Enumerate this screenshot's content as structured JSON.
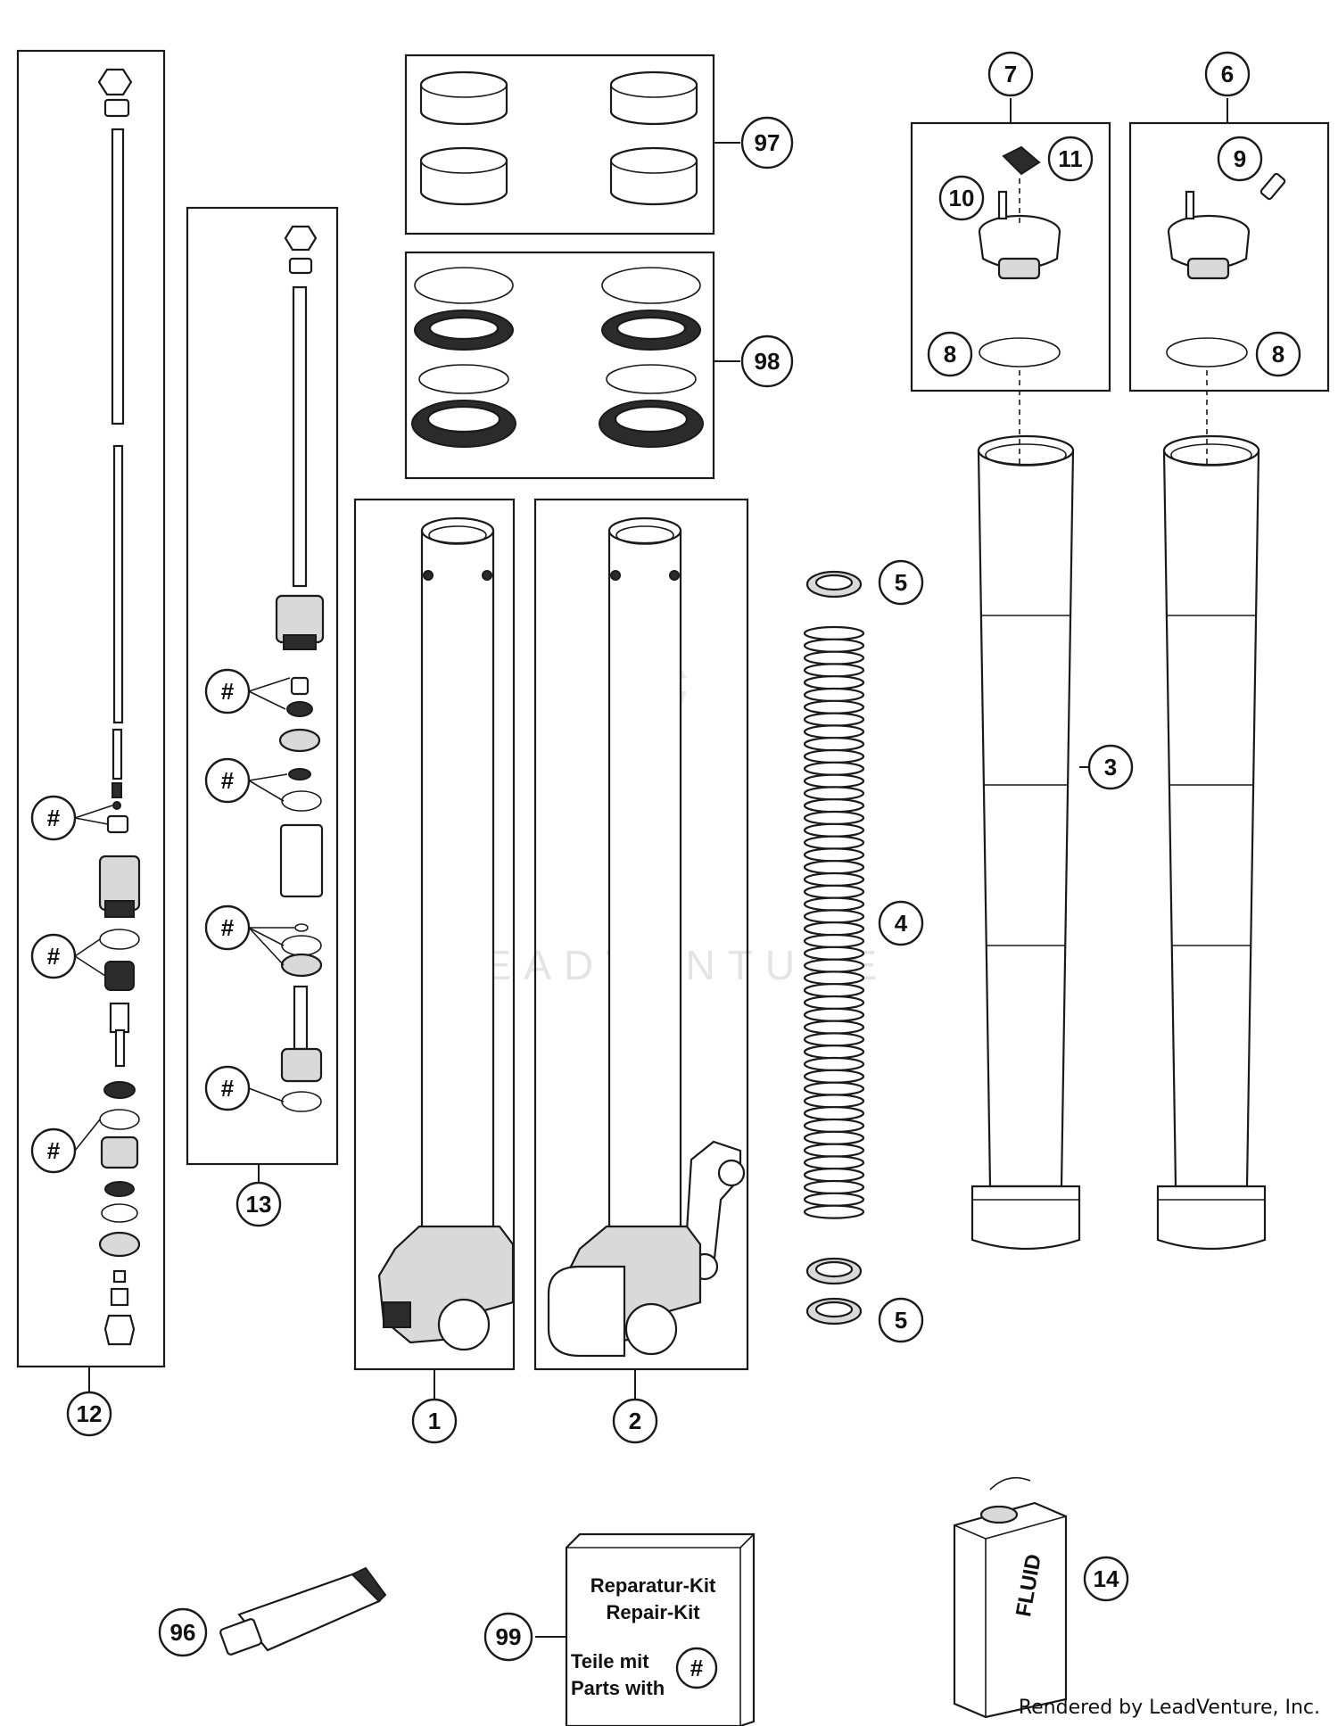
{
  "callouts": {
    "c1": "1",
    "c2": "2",
    "c3": "3",
    "c4": "4",
    "c5a": "5",
    "c5b": "5",
    "c6": "6",
    "c7": "7",
    "c8a": "8",
    "c8b": "8",
    "c9": "9",
    "c10": "10",
    "c11": "11",
    "c12": "12",
    "c13": "13",
    "c14": "14",
    "c96": "96",
    "c97": "97",
    "c98": "98",
    "c99": "99",
    "hash": "#"
  },
  "kit_box": {
    "line1": "Reparatur-Kit",
    "line2": "Repair-Kit",
    "line3": "Teile mit",
    "line4": "Parts with"
  },
  "fluid_label": "FLUID",
  "watermark": "LEADVENTURE",
  "credit": "Rendered by LeadVenture, Inc."
}
